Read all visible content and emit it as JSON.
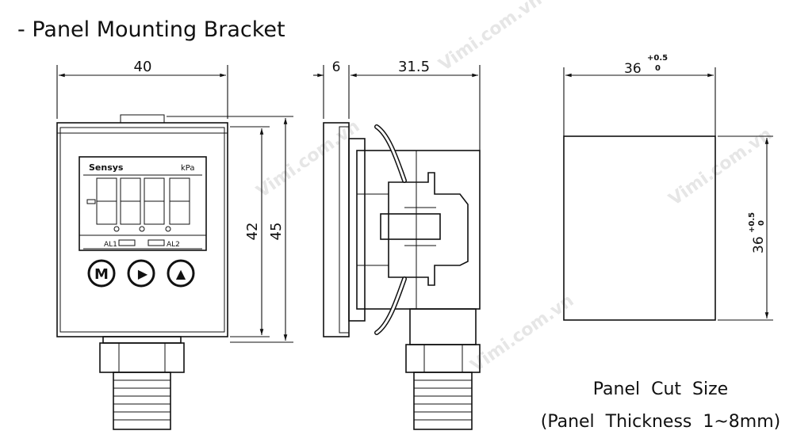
{
  "title": "- Panel Mounting Bracket",
  "front_view": {
    "brand": "Sensys",
    "unit": "kPa",
    "alarm_labels": [
      "AL1",
      "AL2"
    ],
    "buttons": [
      "M",
      "▶",
      "▲"
    ],
    "dimensions": {
      "width": "40",
      "height_inner": "42",
      "height_outer": "45"
    }
  },
  "side_view": {
    "dimensions": {
      "panel": "6",
      "depth": "31.5"
    }
  },
  "cutout": {
    "width": "36",
    "width_tol_upper": "+0.5",
    "width_tol_lower": "0",
    "height": "36",
    "height_tol_upper": "+0.5",
    "height_tol_lower": "0",
    "caption": "Panel  Cut  Size",
    "thickness_note": "(Panel  Thickness  1~8mm)"
  },
  "watermark": "Vimi.com.vn",
  "colors": {
    "line": "#111111",
    "watermark": "#e6e6e6"
  }
}
